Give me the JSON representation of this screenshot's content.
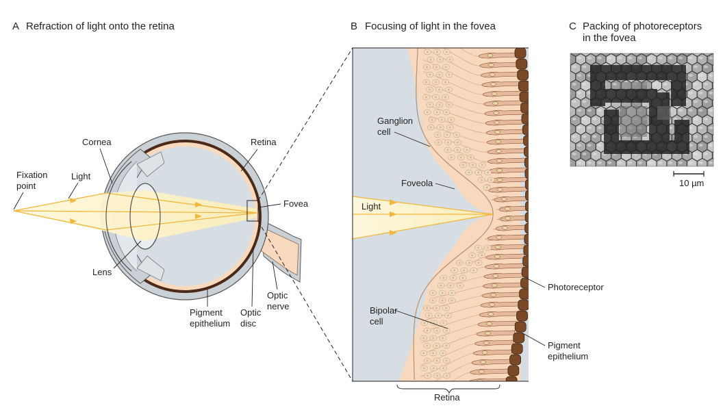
{
  "panels": {
    "a": {
      "letter": "A",
      "title": "Refraction of light onto the retina",
      "labels": {
        "fixation_1": "Fixation",
        "fixation_2": "point",
        "light": "Light",
        "cornea": "Cornea",
        "retina": "Retina",
        "fovea": "Fovea",
        "lens": "Lens",
        "pigment_1": "Pigment",
        "pigment_2": "epithelium",
        "optic_disc_1": "Optic",
        "optic_disc_2": "disc",
        "optic_nerve_1": "Optic",
        "optic_nerve_2": "nerve"
      }
    },
    "b": {
      "letter": "B",
      "title": "Focusing of light in the fovea",
      "labels": {
        "ganglion_1": "Ganglion",
        "ganglion_2": "cell",
        "foveola": "Foveola",
        "light": "Light",
        "bipolar_1": "Bipolar",
        "bipolar_2": "cell",
        "photoreceptor": "Photoreceptor",
        "pigment_1": "Pigment",
        "pigment_2": "epithelium",
        "retina": "Retina"
      }
    },
    "c": {
      "letter": "C",
      "title_1": "Packing of photoreceptors",
      "title_2": "in the fovea",
      "scale_bar": "10 µm"
    }
  },
  "colors": {
    "vitreous": "#d6dee3",
    "tissue": "#f9d9bd",
    "dark_tissue": "#4a2a16",
    "brown": "#7a4a26",
    "sclera": "#c9d1d6",
    "light_beam": "#fdf6d6",
    "light_ray": "#f2b63a",
    "cell": "#e6b99c",
    "nucleus": "#ead8a8"
  }
}
